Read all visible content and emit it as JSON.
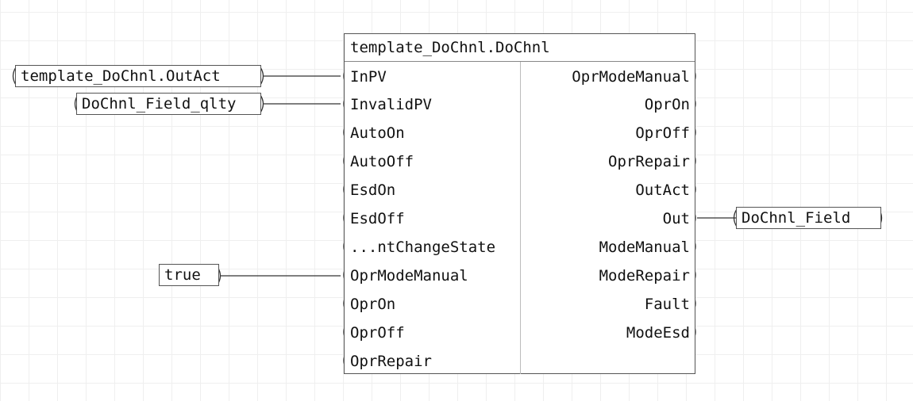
{
  "block": {
    "title": "template_DoChnl.DoChnl",
    "inputs": [
      "InPV",
      "InvalidPV",
      "AutoOn",
      "AutoOff",
      "EsdOn",
      "EsdOff",
      "...ntChangeState",
      "OprModeManual",
      "OprOn",
      "OprOff",
      "OprRepair"
    ],
    "outputs": [
      "OprModeManual",
      "OprOn",
      "OprOff",
      "OprRepair",
      "OutAct",
      "Out",
      "ModeManual",
      "ModeRepair",
      "Fault",
      "ModeEsd"
    ]
  },
  "variables": {
    "outact": "template_DoChnl.OutAct",
    "qlty": "DoChnl_Field_qlty",
    "true_const": "true",
    "field": "DoChnl_Field"
  }
}
